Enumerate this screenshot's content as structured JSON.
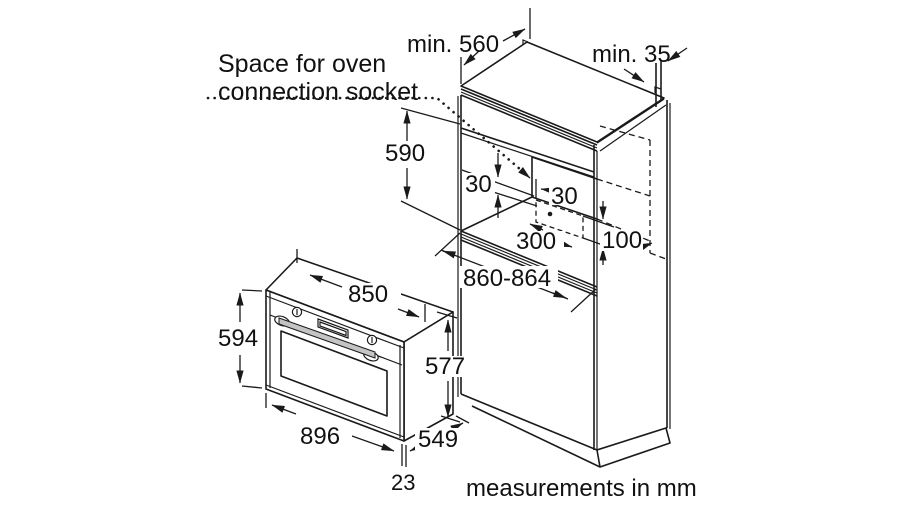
{
  "drawing": {
    "note": {
      "line1": "Space for oven",
      "line2": "connection socket"
    },
    "footer": "measurements in mm",
    "dimensions": {
      "worktop_depth": "min. 560",
      "rear_gap": "min. 35",
      "niche_height": "590",
      "socket_offset_vertical": "30",
      "socket_offset_horizontal": "30",
      "socket_width": "300",
      "socket_height": "100",
      "niche_width": "860-864",
      "oven_body_width": "850",
      "oven_front_height": "594",
      "oven_body_height": "577",
      "oven_front_width": "896",
      "oven_depth": "549",
      "frame_overhang": "23"
    },
    "colors": {
      "line": "#1a1a1a",
      "socket_fill": "#c9c9c9",
      "handle_fill": "#c4c4c4",
      "background": "#ffffff"
    }
  }
}
